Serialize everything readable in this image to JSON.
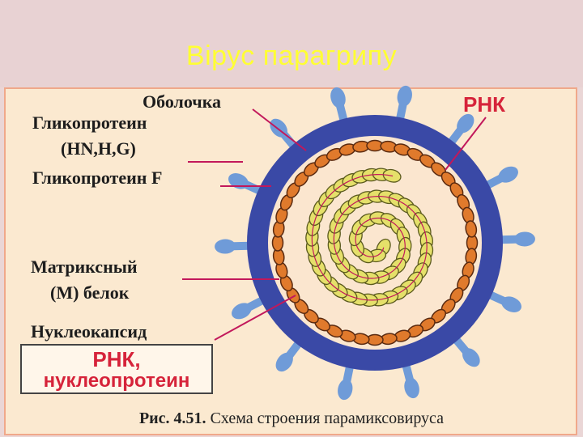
{
  "slide": {
    "title": "Вірус парагрипу"
  },
  "labels": {
    "envelope": "Оболочка",
    "glyco_hn_1": "Гликопротеин",
    "glyco_hn_2": "(HN,H,G)",
    "glyco_f": "Гликопротеин F",
    "matrix_1": "Матриксный",
    "matrix_2": "(М) белок",
    "nucleocapsid": "Нуклеокапсид",
    "rna_top": "РНК",
    "rna_box_1": "РНК,",
    "rna_box_2": "нуклеопротеин"
  },
  "caption": {
    "prefix": "Рис. 4.51.",
    "text": " Схема строения парамиксовируса"
  },
  "colors": {
    "envelope": "#3a49a6",
    "spikes": "#6f9bd8",
    "matrix_beads": "#e07a2c",
    "nucleocapsid": "#e5e06a",
    "rna_text": "#d6233a"
  }
}
